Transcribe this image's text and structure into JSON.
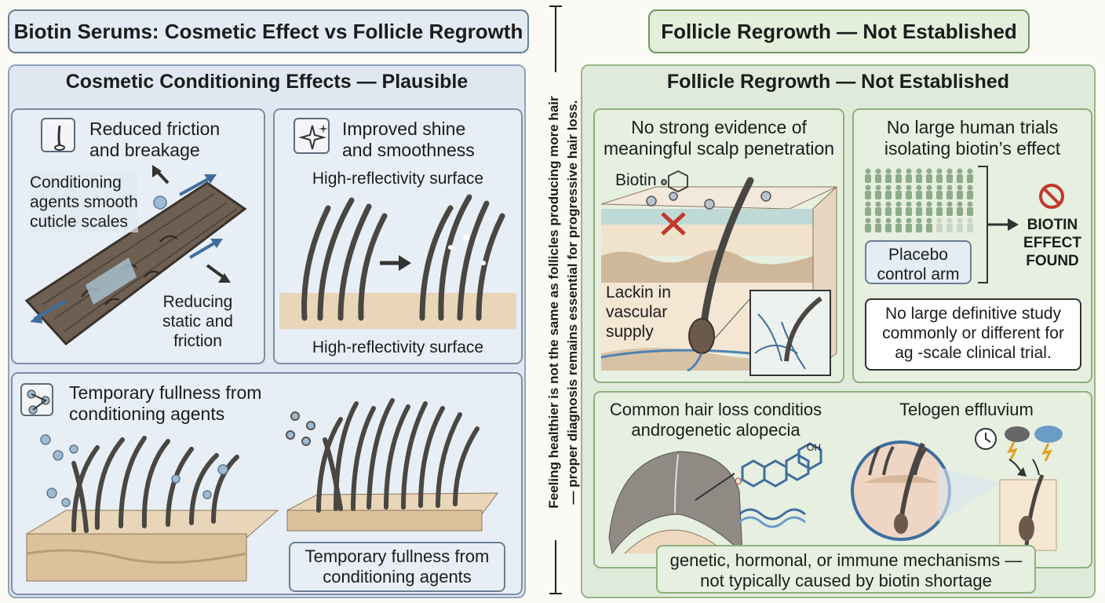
{
  "left": {
    "title": "Biotin Serums: Cosmetic Effect vs Follicle Regrowth",
    "section_title": "Cosmetic Conditioning Effects — Plausible",
    "card1": {
      "title_line1": "Reduced friction",
      "title_line2": "and breakage",
      "label1_line1": "Conditioning",
      "label1_line2": "agents smooth",
      "label1_line3": "cuticle scales",
      "label2_line1": "Reducing",
      "label2_line2": "static and",
      "label2_line3": "friction",
      "icon": "hair-strand-icon"
    },
    "card2": {
      "title_line1": "Improved shine",
      "title_line2": "and smoothness",
      "caption_top": "High-reflectivity surface",
      "caption_bottom": "High-reflectivity surface",
      "icon": "sparkle-icon"
    },
    "card3": {
      "title_line1": "Temporary fullness from",
      "title_line2": "conditioning agents",
      "caption_line1": "Temporary fullness from",
      "caption_line2": "conditioning agents",
      "icon": "molecule-icon"
    }
  },
  "divider": {
    "line1": "Feeling healthier is not the same as follicles producing more hair",
    "line2": "— proper diagnosis remains essential for progressive hair loss."
  },
  "right": {
    "title": "Follicle Regrowth — Not Established",
    "section_title": "Follicle Regrowth — Not Established",
    "card1": {
      "title_line1": "No strong evidence of",
      "title_line2": "meaningful scalp penetration",
      "label_biotin": "Biotin",
      "label_vascular_line1": "Lackin in",
      "label_vascular_line2": "vascular",
      "label_vascular_line3": "supply"
    },
    "card2": {
      "title_line1": "No large human trials",
      "title_line2": "isolating biotin’s effect",
      "placebo_line1": "Placebo",
      "placebo_line2": "control arm",
      "result_line1": "BIOTIN",
      "result_line2": "EFFECT",
      "result_line3": "FOUND",
      "note_line1": "No large definitive study",
      "note_line2": "commonly or different for",
      "note_line3": "ag -scale clinical trial."
    },
    "card3": {
      "left_title_line1": "Common hair loss conditios",
      "left_title_line2": "androgenetic alopecia",
      "right_title": "Telogen effluvium",
      "molecule_label": "OH",
      "bottom_line1": "genetic, hormonal, or immune mechanisms —",
      "bottom_line2": "not typically caused by biotin shortage"
    }
  },
  "colors": {
    "blue_panel": "#dfe8f1",
    "green_panel": "#dfeada",
    "hair": "#4a4642",
    "skin": "#e9d6b8",
    "red_x": "#c0392b"
  }
}
